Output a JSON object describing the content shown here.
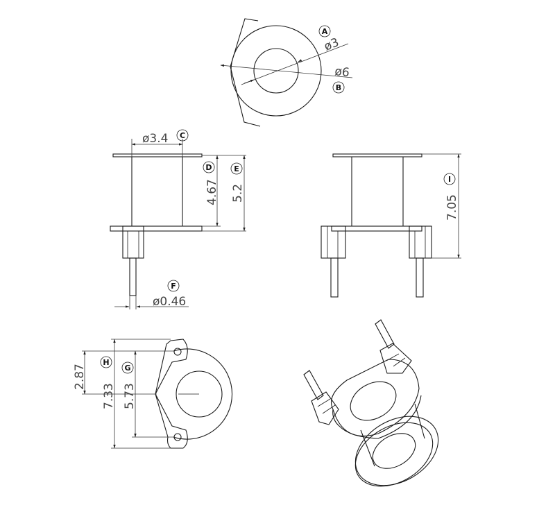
{
  "labels": {
    "A": "A",
    "B": "B",
    "C": "C",
    "D": "D",
    "E": "E",
    "F": "F",
    "G": "G",
    "H": "H",
    "I": "I"
  },
  "dimensions": {
    "A": "ø3",
    "B": "ø6",
    "C": "ø3.4",
    "D": "4.67",
    "E": "5.2",
    "F": "ø0.46",
    "G": "5.73",
    "H": "2.87",
    "I": "7.05",
    "overall": "7.33"
  }
}
